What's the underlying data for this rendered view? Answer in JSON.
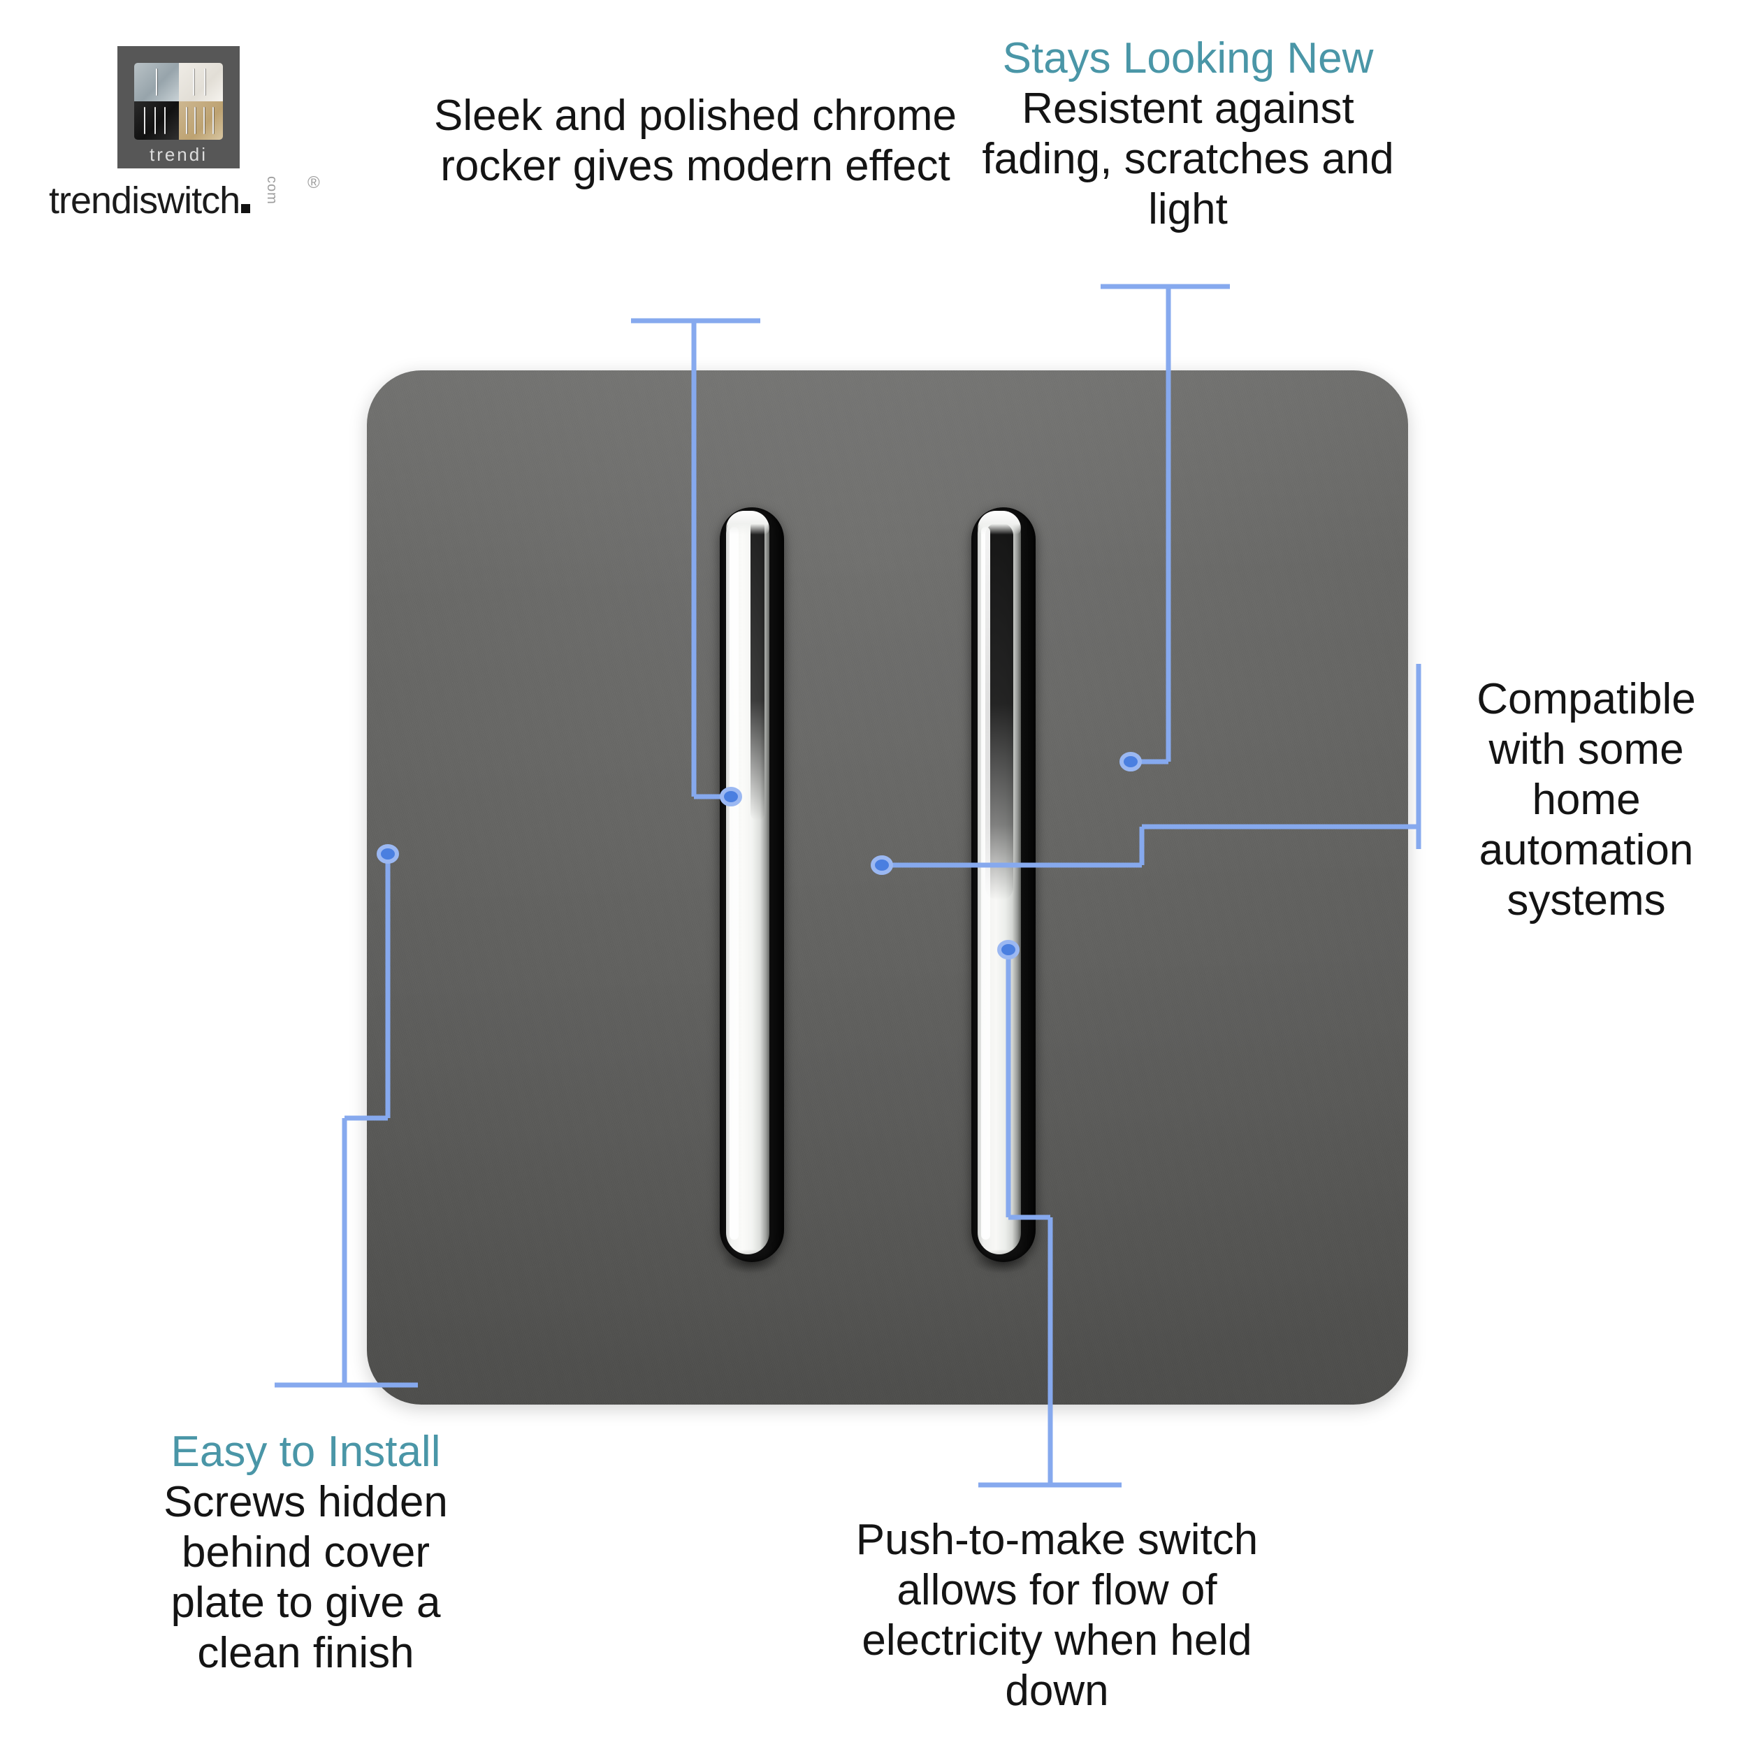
{
  "brand": {
    "logo_tile_word": "trendi",
    "wordmark": "trendiswitch",
    "wordmark_sup": "com",
    "wordmark_reg": "®",
    "logo_tile_bg": "#575757",
    "swatches": [
      {
        "name": "chrome-swatch",
        "color": "#a7b2b8",
        "rockers": 1
      },
      {
        "name": "white-swatch",
        "color": "#e9e6df",
        "rockers": 2
      },
      {
        "name": "black-swatch",
        "color": "#141414",
        "rockers": 3
      },
      {
        "name": "gold-swatch",
        "color": "#c2a877",
        "rockers": 4
      }
    ]
  },
  "product": {
    "name": "2 gang light switch",
    "plate_finish": "warm grey",
    "plate_color": "#63635f",
    "rocker_finish": "polished chrome",
    "rocker_count": 2
  },
  "theme": {
    "accent_teal": "#4a96a7",
    "leader_line": "#86a9ee",
    "leader_dot_fill": "#4a7fe0",
    "leader_dot_ring": "#9bb8f2",
    "body_text": "#141414",
    "background": "#ffffff"
  },
  "callouts": [
    {
      "id": "chrome-rocker",
      "heading": "",
      "body": "Sleek and polished chrome rocker gives modern effect"
    },
    {
      "id": "stays-looking-new",
      "heading": "Stays Looking New",
      "body": "Resistent against fading, scratches and light"
    },
    {
      "id": "home-automation",
      "heading": "",
      "body": "Compatible with some home automation systems"
    },
    {
      "id": "easy-to-install",
      "heading": "Easy to Install",
      "body": "Screws hidden behind cover plate to give a clean finish"
    },
    {
      "id": "push-to-make",
      "heading": "",
      "body": "Push-to-make switch allows for flow of electricity when held down"
    }
  ]
}
